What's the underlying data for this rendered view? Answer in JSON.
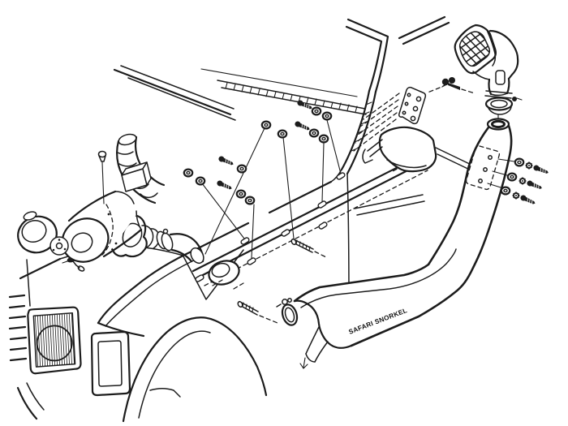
{
  "diagram": {
    "title": "safari-snorkel-exploded-diagram",
    "background": "#ffffff",
    "line_color": "#1c1c1c",
    "labels": {
      "snorkel_logo": "SAFARI SNORKEL"
    },
    "parts": [
      "air-ram-head",
      "air-ram-clamp",
      "snorkel-tube",
      "snorkel-mounting-plate",
      "mounting-bolts",
      "washers",
      "door-mirror",
      "mirror-mounting-plate",
      "windscreen-frame",
      "roof-rail",
      "air-cleaner",
      "corrugated-hose",
      "mounting-bracket",
      "horn",
      "intake-adapter",
      "hose-clamp",
      "fender-port",
      "lower-air-duct",
      "duct-clamp",
      "front-indicator",
      "headlight",
      "grille",
      "wheel-arch",
      "bonnet",
      "drain-arrow",
      "fixing-studs"
    ]
  }
}
